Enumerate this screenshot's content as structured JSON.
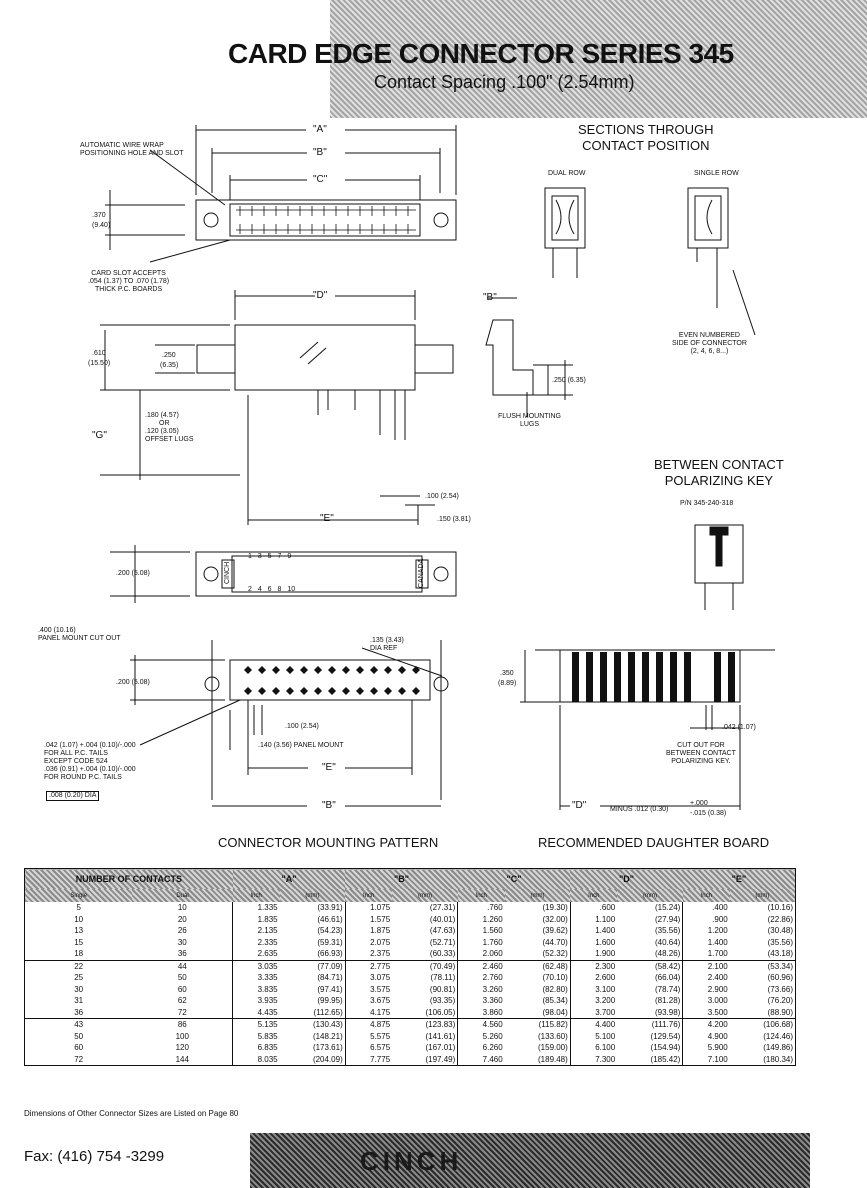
{
  "header": {
    "title": "CARD EDGE CONNECTOR SERIES 345",
    "subtitle": "Contact Spacing .100\" (2.54mm)"
  },
  "top_drawing": {
    "wire_wrap_note": [
      "AUTOMATIC WIRE WRAP",
      "POSITIONING HOLE AND SLOT"
    ],
    "dim_a": "\"A\"",
    "dim_b": "\"B\"",
    "dim_c": "\"C\"",
    "dim_370": ".370",
    "dim_370_mm": "(9.40)",
    "card_slot_note": [
      "CARD SLOT ACCEPTS",
      ".054 (1.37) TO .070 (1.78)",
      "THICK P.C. BOARDS"
    ]
  },
  "sections": {
    "heading": [
      "SECTIONS THROUGH",
      "CONTACT POSITION"
    ],
    "dual_row": "DUAL ROW",
    "single_row": "SINGLE ROW",
    "even_note": [
      "EVEN NUMBERED",
      "SIDE OF CONNECTOR",
      "(2, 4, 6, 8...)"
    ]
  },
  "side_view": {
    "dim_d": "\"D\"",
    "dim_610": ".610",
    "dim_610_mm": "(15.50)",
    "dim_250": ".250",
    "dim_250_mm": "(6.35)",
    "offset_lugs": [
      ".180 (4.57)",
      "OR",
      ".120 (3.05)",
      "OFFSET LUGS"
    ],
    "dim_g": "\"G\"",
    "dim_e": "\"E\"",
    "dim_100": ".100 (2.54)",
    "dim_150": ".150 (3.81)"
  },
  "end_view": {
    "dim_b": "\"B\"",
    "dim_250": ".250 (6.35)",
    "flush_note": [
      "FLUSH MOUNTING",
      "LUGS"
    ]
  },
  "polarizing": {
    "heading": [
      "BETWEEN CONTACT",
      "POLARIZING KEY"
    ],
    "pn": "P/N 345-240-318"
  },
  "bottom_view": {
    "dim_200": ".200 (5.08)",
    "numbers_top": "1 3 5 7 9",
    "numbers_bottom": "2 4 6 8 10",
    "label_left": "CINCH",
    "label_right": "CANADA"
  },
  "mounting": {
    "cutout_note": [
      ".400 (10.16)",
      "PANEL MOUNT CUT OUT"
    ],
    "dia_note": [
      ".135 (3.43)",
      "DIA REF"
    ],
    "dim_200": ".200 (5.08)",
    "dim_100": ".100 (2.54)",
    "panel_mount": ".140 (3.56) PANEL MOUNT",
    "tail_note": [
      ".042 (1.07) +.004 (0.10)/-.000",
      "FOR ALL P.C. TAILS",
      "EXCEPT CODE 524",
      ".036 (0.91) +.004 (0.10)/-.000",
      "FOR ROUND P.C. TAILS"
    ],
    "tolerance": ".008 (0.20) DIA",
    "dim_e": "\"E\"",
    "dim_b": "\"B\"",
    "caption": "CONNECTOR MOUNTING PATTERN"
  },
  "daughter": {
    "dim_350": ".350",
    "dim_350_mm": "(8.89)",
    "dim_042": ".042 (1.07)",
    "cutout_note": [
      "CUT OUT FOR",
      "BETWEEN CONTACT",
      "POLARIZING KEY."
    ],
    "dim_d": "\"D\"",
    "minus": "MINUS .012 (0.30)",
    "tol_plus": "+.000",
    "tol_minus": "-.015 (0.38)",
    "caption": "RECOMMENDED DAUGHTER BOARD"
  },
  "table": {
    "col_group": "NUMBER OF CONTACTS",
    "cols": [
      "\"A\"",
      "\"B\"",
      "\"C\"",
      "\"D\"",
      "\"E\""
    ],
    "sub_left": [
      "Single",
      "Dual"
    ],
    "sub_unit": [
      "Inch",
      "(mm)"
    ],
    "groups": [
      [
        [
          "5",
          "10",
          "1.335",
          "(33.91)",
          "1.075",
          "(27.31)",
          ".760",
          "(19.30)",
          ".600",
          "(15.24)",
          ".400",
          "(10.16)"
        ],
        [
          "10",
          "20",
          "1.835",
          "(46.61)",
          "1.575",
          "(40.01)",
          "1.260",
          "(32.00)",
          "1.100",
          "(27.94)",
          ".900",
          "(22.86)"
        ],
        [
          "13",
          "26",
          "2.135",
          "(54.23)",
          "1.875",
          "(47.63)",
          "1.560",
          "(39.62)",
          "1.400",
          "(35.56)",
          "1.200",
          "(30.48)"
        ],
        [
          "15",
          "30",
          "2.335",
          "(59.31)",
          "2.075",
          "(52.71)",
          "1.760",
          "(44.70)",
          "1.600",
          "(40.64)",
          "1.400",
          "(35.56)"
        ],
        [
          "18",
          "36",
          "2.635",
          "(66.93)",
          "2.375",
          "(60.33)",
          "2.060",
          "(52.32)",
          "1.900",
          "(48.26)",
          "1.700",
          "(43.18)"
        ]
      ],
      [
        [
          "22",
          "44",
          "3.035",
          "(77.09)",
          "2.775",
          "(70.49)",
          "2.460",
          "(62.48)",
          "2.300",
          "(58.42)",
          "2.100",
          "(53.34)"
        ],
        [
          "25",
          "50",
          "3.335",
          "(84.71)",
          "3.075",
          "(78.11)",
          "2.760",
          "(70.10)",
          "2.600",
          "(66.04)",
          "2.400",
          "(60.96)"
        ],
        [
          "30",
          "60",
          "3.835",
          "(97.41)",
          "3.575",
          "(90.81)",
          "3.260",
          "(82.80)",
          "3.100",
          "(78.74)",
          "2.900",
          "(73.66)"
        ],
        [
          "31",
          "62",
          "3.935",
          "(99.95)",
          "3.675",
          "(93.35)",
          "3.360",
          "(85.34)",
          "3.200",
          "(81.28)",
          "3.000",
          "(76.20)"
        ],
        [
          "36",
          "72",
          "4.435",
          "(112.65)",
          "4.175",
          "(106.05)",
          "3.860",
          "(98.04)",
          "3.700",
          "(93.98)",
          "3.500",
          "(88.90)"
        ]
      ],
      [
        [
          "43",
          "86",
          "5.135",
          "(130.43)",
          "4.875",
          "(123.83)",
          "4.560",
          "(115.82)",
          "4.400",
          "(111.76)",
          "4.200",
          "(106.68)"
        ],
        [
          "50",
          "100",
          "5.835",
          "(148.21)",
          "5.575",
          "(141.61)",
          "5.260",
          "(133.60)",
          "5.100",
          "(129.54)",
          "4.900",
          "(124.46)"
        ],
        [
          "60",
          "120",
          "6.835",
          "(173.61)",
          "6.575",
          "(167.01)",
          "6.260",
          "(159.00)",
          "6.100",
          "(154.94)",
          "5.900",
          "(149.86)"
        ],
        [
          "72",
          "144",
          "8.035",
          "(204.09)",
          "7.775",
          "(197.49)",
          "7.460",
          "(189.48)",
          "7.300",
          "(185.42)",
          "7.100",
          "(180.34)"
        ]
      ]
    ],
    "footnote": "Dimensions of Other Connector Sizes are Listed on Page 80"
  },
  "footer": {
    "fax": "Fax: (416) 754 -3299",
    "logo": "CINCH"
  }
}
